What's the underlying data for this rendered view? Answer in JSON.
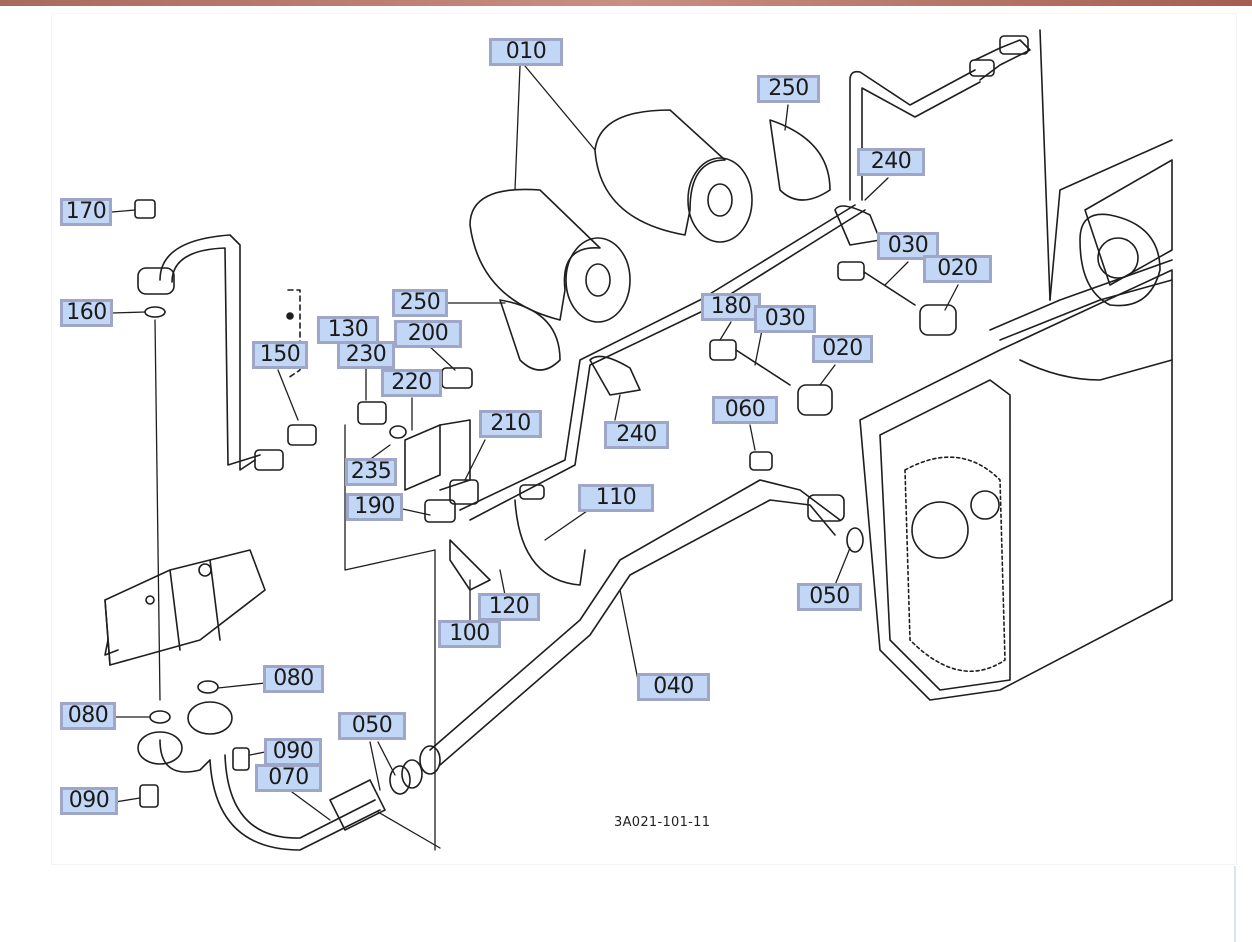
{
  "diagram": {
    "drawing_id": "3A021-101-11",
    "callouts": [
      {
        "id": "c-010",
        "label": "010"
      },
      {
        "id": "c-250a",
        "label": "250"
      },
      {
        "id": "c-240a",
        "label": "240"
      },
      {
        "id": "c-030a",
        "label": "030"
      },
      {
        "id": "c-020a",
        "label": "020"
      },
      {
        "id": "c-170",
        "label": "170"
      },
      {
        "id": "c-160",
        "label": "160"
      },
      {
        "id": "c-250b",
        "label": "250"
      },
      {
        "id": "c-130",
        "label": "130"
      },
      {
        "id": "c-200",
        "label": "200"
      },
      {
        "id": "c-180",
        "label": "180"
      },
      {
        "id": "c-030b",
        "label": "030"
      },
      {
        "id": "c-150",
        "label": "150"
      },
      {
        "id": "c-230",
        "label": "230"
      },
      {
        "id": "c-020b",
        "label": "020"
      },
      {
        "id": "c-220",
        "label": "220"
      },
      {
        "id": "c-060",
        "label": "060"
      },
      {
        "id": "c-210",
        "label": "210"
      },
      {
        "id": "c-240b",
        "label": "240"
      },
      {
        "id": "c-235",
        "label": "235"
      },
      {
        "id": "c-110",
        "label": "110"
      },
      {
        "id": "c-190",
        "label": "190"
      },
      {
        "id": "c-050a",
        "label": "050"
      },
      {
        "id": "c-120",
        "label": "120"
      },
      {
        "id": "c-100",
        "label": "100"
      },
      {
        "id": "c-080a",
        "label": "080"
      },
      {
        "id": "c-040",
        "label": "040"
      },
      {
        "id": "c-080b",
        "label": "080"
      },
      {
        "id": "c-050b",
        "label": "050"
      },
      {
        "id": "c-090a",
        "label": "090"
      },
      {
        "id": "c-070",
        "label": "070"
      },
      {
        "id": "c-090b",
        "label": "090"
      }
    ]
  }
}
